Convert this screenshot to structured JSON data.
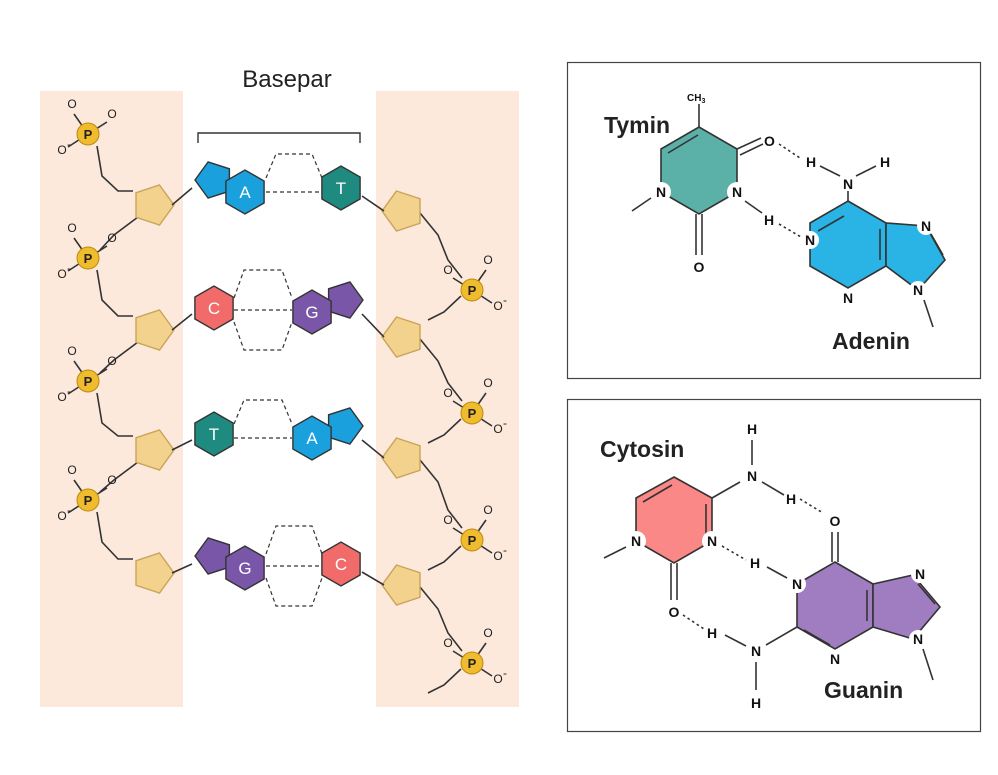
{
  "colors": {
    "strand_background": "#fce9dc",
    "sugar": "#f2d28c",
    "sugar_stroke": "#c9a457",
    "phosphate": "#f0bc2e",
    "adenine": "#1aa0dd",
    "thymine": "#1f8a7f",
    "cytosine": "#f26b6b",
    "guanine": "#7a56a8",
    "thymine_light": "#5bb0a8",
    "adenine_light": "#2ab4e6",
    "cytosine_light": "#f98886",
    "guanine_light": "#a07cc0"
  },
  "left_panel": {
    "title": "Basepar",
    "phosphate_label": "P",
    "oxygen_label": "O",
    "oxygen_minus_label": "O",
    "minus": "-",
    "pairs": [
      {
        "left": "A",
        "right": "T",
        "left_color": "adenine",
        "right_color": "thymine"
      },
      {
        "left": "C",
        "right": "G",
        "left_color": "cytosine",
        "right_color": "guanine"
      },
      {
        "left": "T",
        "right": "A",
        "left_color": "thymine",
        "right_color": "adenine"
      },
      {
        "left": "G",
        "right": "C",
        "left_color": "guanine",
        "right_color": "cytosine"
      }
    ]
  },
  "top_box": {
    "pyrimidine_name": "Tymin",
    "purine_name": "Adenin",
    "methyl_label": "CH",
    "methyl_sub": "3",
    "n_label": "N",
    "o_label": "O",
    "h_label": "H"
  },
  "bottom_box": {
    "pyrimidine_name": "Cytosin",
    "purine_name": "Guanin",
    "n_label": "N",
    "o_label": "O",
    "h_label": "H"
  }
}
